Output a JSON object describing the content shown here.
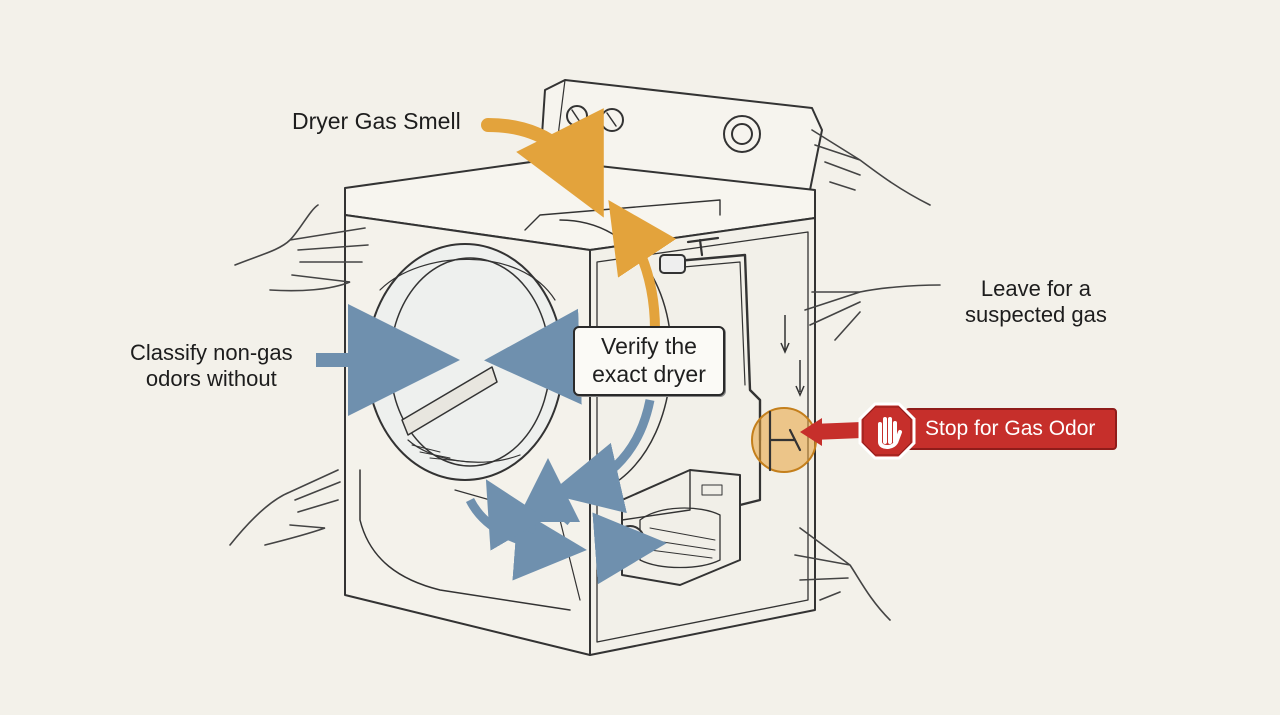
{
  "labels": {
    "title": "Dryer Gas Smell",
    "classify_line1": "Classify non-gas",
    "classify_line2": "odors without",
    "verify_line1": "Verify the",
    "verify_line2": "exact dryer",
    "leave_line1": "Leave for a",
    "leave_line2": "suspected gas",
    "stop": "Stop for Gas Odor"
  },
  "icons": {
    "stop": "stop-hand-icon"
  },
  "colors": {
    "background": "#f3f1ea",
    "orange_arrow": "#e3a33c",
    "blue_arrow": "#6f90ae",
    "stop_red": "#c62f2b",
    "highlight": "#e8a33a"
  }
}
